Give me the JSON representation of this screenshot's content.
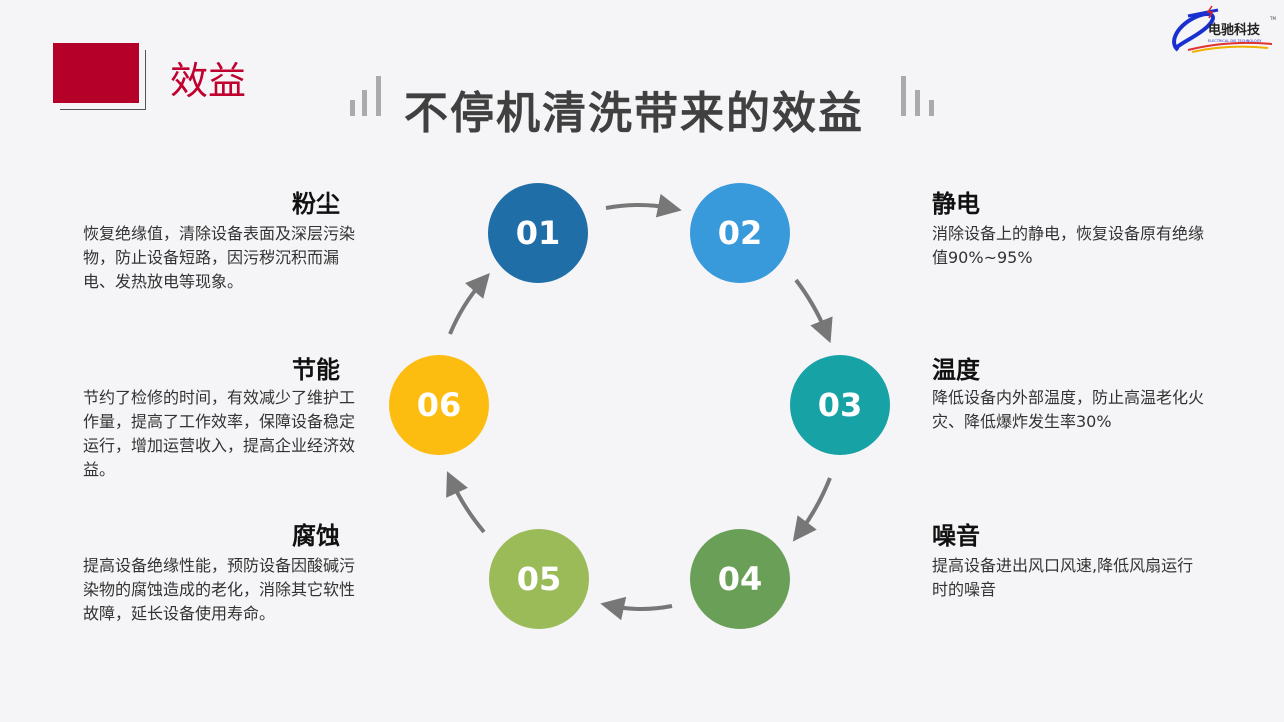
{
  "header": {
    "section": "效益",
    "title": "不停机清洗带来的效益"
  },
  "logo": {
    "text": "电驰科技",
    "subtitle": "ELECTRICAL DIS TECHNOLOGY",
    "tm": "TM"
  },
  "steps": [
    {
      "num": "01",
      "title": "粉尘",
      "desc": "恢复绝缘值，清除设备表面及深层污染物，防止设备短路，因污秽沉积而漏电、发热放电等现象。",
      "color": "#1f6ea8"
    },
    {
      "num": "02",
      "title": "静电",
      "desc": "消除设备上的静电，恢复设备原有绝缘值90%~95%",
      "color": "#3899db"
    },
    {
      "num": "03",
      "title": "温度",
      "desc": "降低设备内外部温度，防止高温老化火灾、降低爆炸发生率30%",
      "color": "#17a2a6"
    },
    {
      "num": "04",
      "title": "噪音",
      "desc": "提高设备进出风口风速,降低风扇运行时的噪音",
      "color": "#6a9f58"
    },
    {
      "num": "05",
      "title": "腐蚀",
      "desc": "提高设备绝缘性能，预防设备因酸碱污染物的腐蚀造成的老化，消除其它软性故障，延长设备使用寿命。",
      "color": "#9bbb59"
    },
    {
      "num": "06",
      "title": "节能",
      "desc": "节约了检修的时间，有效减少了维护工作量，提高了工作效率，保障设备稳定运行，增加运营收入，提高企业经济效益。",
      "color": "#fcbd10"
    }
  ]
}
